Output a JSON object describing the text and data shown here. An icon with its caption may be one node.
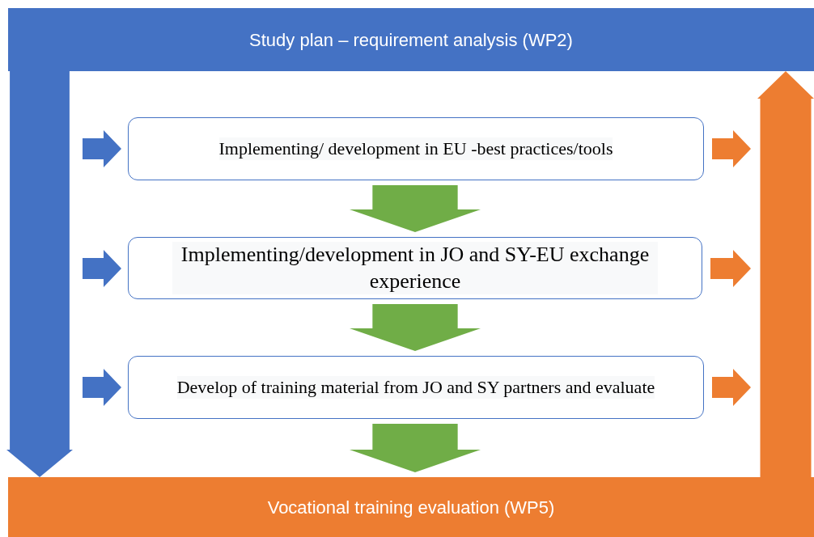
{
  "diagram": {
    "nodes": [
      {
        "text": [
          "Study plan – requirement analysis (WP2)"
        ]
      },
      {
        "text": [
          "Implementing/ development in EU -best practices/tools"
        ]
      },
      {
        "text": [
          "Implementing/development in JO and SY-EU exchange experience"
        ]
      },
      {
        "text": [
          "Develop of training material from JO and SY partners and evaluate"
        ]
      },
      {
        "text": [
          "Vocational training evaluation (WP5)"
        ]
      }
    ],
    "edges": [
      {
        "from": 0,
        "to": 4,
        "arrow": "to",
        "style": "thick",
        "color": "#4472c4"
      },
      {
        "from": null,
        "to": 1,
        "arrow": "to",
        "style": "thick",
        "color": "#4472c4"
      },
      {
        "from": null,
        "to": 2,
        "arrow": "to",
        "style": "thick",
        "color": "#4472c4"
      },
      {
        "from": null,
        "to": 3,
        "arrow": "to",
        "style": "thick",
        "color": "#4472c4"
      },
      {
        "from": 1,
        "to": 2,
        "arrow": "to",
        "style": "thick",
        "color": "#70ad47"
      },
      {
        "from": 2,
        "to": 3,
        "arrow": "to",
        "style": "thick",
        "color": "#70ad47"
      },
      {
        "from": 3,
        "to": 4,
        "arrow": "to",
        "style": "thick",
        "color": "#70ad47"
      },
      {
        "from": 1,
        "to": null,
        "arrow": "to",
        "style": "thick",
        "color": "#ed7d31"
      },
      {
        "from": 2,
        "to": null,
        "arrow": "to",
        "style": "thick",
        "color": "#ed7d31"
      },
      {
        "from": 3,
        "to": null,
        "arrow": "to",
        "style": "thick",
        "color": "#ed7d31"
      },
      {
        "from": 4,
        "to": 0,
        "arrow": "to",
        "style": "thick",
        "color": "#ed7d31"
      }
    ]
  }
}
